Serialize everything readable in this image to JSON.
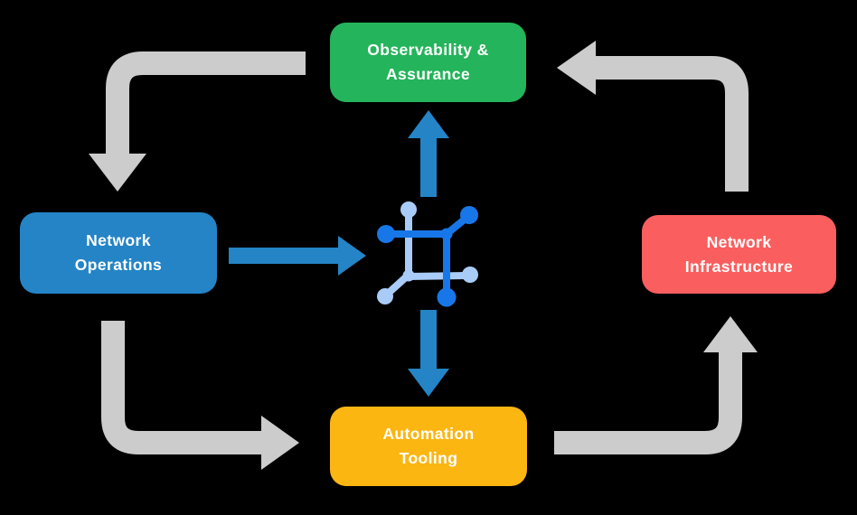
{
  "diagram": {
    "nodes": {
      "top": {
        "label": "Observability &\nAssurance",
        "color": "#24B45B"
      },
      "left": {
        "label": "Network\nOperations",
        "color": "#2484C6"
      },
      "right": {
        "label": "Network\nInfrastructure",
        "color": "#FB5E5E"
      },
      "bottom": {
        "label": "Automation\nTooling",
        "color": "#FBB612"
      }
    },
    "center_icon": "network-automation-icon",
    "edges": [
      {
        "from": "Observability & Assurance",
        "to": "Network Operations",
        "style": "gray-elbow"
      },
      {
        "from": "Network Operations",
        "to": "Automation Tooling",
        "style": "gray-elbow"
      },
      {
        "from": "Automation Tooling",
        "to": "Network Infrastructure",
        "style": "gray-elbow"
      },
      {
        "from": "Network Infrastructure",
        "to": "Observability & Assurance",
        "style": "gray-elbow"
      },
      {
        "from": "Network Operations",
        "to": "center-icon",
        "style": "blue-straight"
      },
      {
        "from": "center-icon",
        "to": "Observability & Assurance",
        "style": "blue-straight"
      },
      {
        "from": "center-icon",
        "to": "Automation Tooling",
        "style": "blue-straight"
      }
    ]
  },
  "colors": {
    "background": "#000000",
    "node_top": "#24B45B",
    "node_left": "#2484C6",
    "node_right": "#FB5E5E",
    "node_bottom": "#FBB612",
    "arrow_gray": "#CCCCCC",
    "arrow_blue": "#2484C6",
    "icon_dark": "#1877E8",
    "icon_light": "#A9CBF7",
    "label_text": "#FFFFFF"
  }
}
